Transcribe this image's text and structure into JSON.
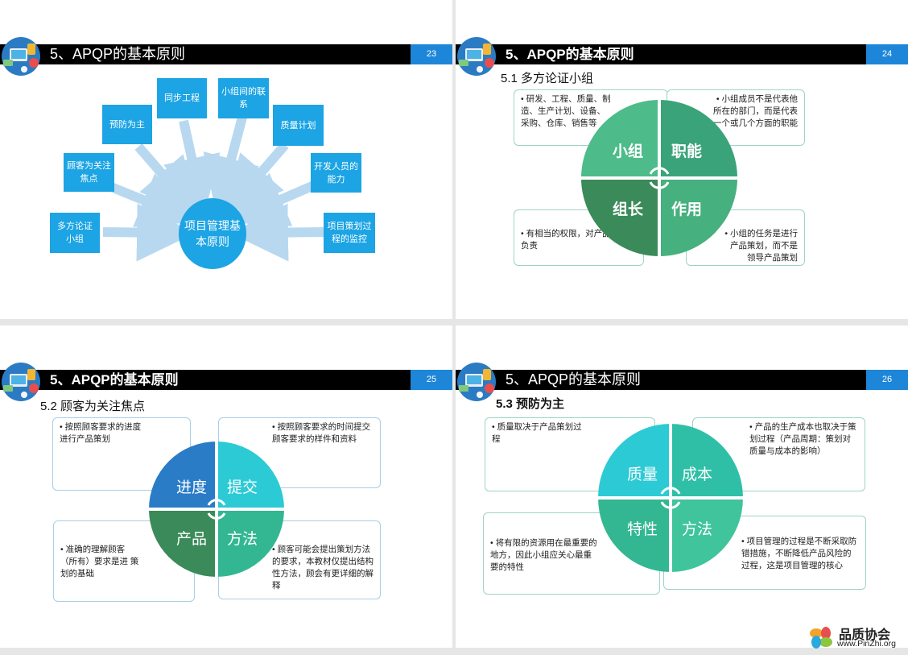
{
  "slides": [
    {
      "header_title": "5、APQP的基本原则",
      "page_number": "23",
      "center": "项目管理基本原则",
      "principles": [
        "多方论证小组",
        "顾客为关注焦点",
        "预防为主",
        "同步工程",
        "小组间的联系",
        "质量计划",
        "开发人员的能力",
        "项目策划过程的监控"
      ]
    },
    {
      "header_title": "5、APQP的基本原则",
      "page_number": "24",
      "subtitle": "5.1 多方论证小组",
      "quadrants": [
        "小组",
        "职能",
        "组长",
        "作用"
      ],
      "notes": [
        "• 研发、工程、质量、制造、生产计划、设备、采购、仓库、销售等",
        "• 小组成员不是代表他所在的部门，而是代表一个或几个方面的职能",
        "• 有相当的权限，对产品管理者负责",
        "• 小组的任务是进行产品策划，而不是领导产品策划"
      ]
    },
    {
      "header_title": "5、APQP的基本原则",
      "page_number": "25",
      "subtitle": "5.2 顾客为关注焦点",
      "quadrants": [
        "进度",
        "提交",
        "产品",
        "方法"
      ],
      "notes": [
        "• 按照顾客要求的进度进行产品策划",
        "• 按照顾客要求的时间提交顾客要求的样件和资料",
        "• 准确的理解顾客（所有）要求是进 策划的基础",
        "• 顾客可能会提出策划方法的要求，本教材仅提出结构性方法，顾会有更详细的解释"
      ]
    },
    {
      "header_title": "5、APQP的基本原则",
      "page_number": "26",
      "subtitle": "5.3 预防为主",
      "quadrants": [
        "质量",
        "成本",
        "特性",
        "方法"
      ],
      "notes": [
        "• 质量取决于产品策划过程",
        "• 产品的生产成本也取决于策划过程（产品周期：策划对质量与成本的影响）",
        "• 将有限的资源用在最重要的地方，因此小组应关心最重要的特性",
        "• 项目管理的过程是不断采取防错措施，不断降低产品风险的过程，这是项目管理的核心"
      ]
    }
  ],
  "watermark": {
    "name": "品质协会",
    "url": "www.PinZhi.org"
  },
  "colors": {
    "header_bg": "#000000",
    "page_tab": "#1e86d8",
    "bubble": "#1ca4e4",
    "arrow": "#b8d8f0",
    "green_light": "#4dbb8a",
    "green_mid": "#3aa37a",
    "green_dark": "#3b8a5a",
    "blue_dark": "#2a7cc7",
    "teal": "#2ccad4",
    "teal_green": "#33b792"
  }
}
